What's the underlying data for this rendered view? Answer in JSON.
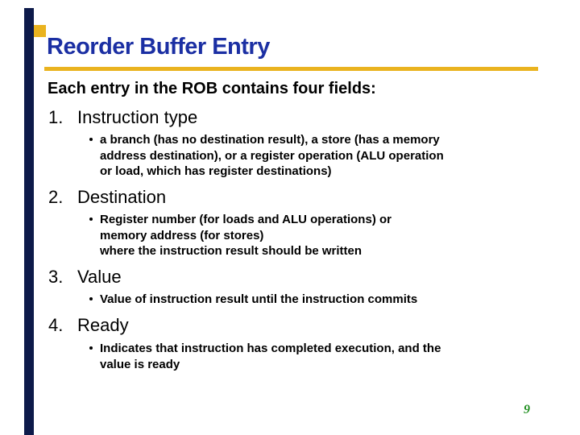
{
  "slide": {
    "title": "Reorder Buffer Entry",
    "intro": "Each entry in the ROB contains four fields:",
    "page_number": "9",
    "colors": {
      "title_blue": "#1b2fa3",
      "accent_gold": "#eab31f",
      "left_bar_navy": "#0d1a4a",
      "page_number_green": "#1f8f1f",
      "body_text": "#000000",
      "background": "#ffffff"
    },
    "bullet_icon": "dot",
    "items": [
      {
        "number": "1.",
        "label": "Instruction type",
        "detail": "a branch (has no destination result), a store (has a memory\naddress destination), or a register operation (ALU operation\nor load, which has register destinations)"
      },
      {
        "number": "2.",
        "label": "Destination",
        "detail": "Register number (for loads and ALU operations) or\nmemory address (for stores)\nwhere the instruction result should be written"
      },
      {
        "number": "3.",
        "label": "Value",
        "detail": "Value of instruction result until the instruction commits"
      },
      {
        "number": "4.",
        "label": "Ready",
        "detail": "Indicates that instruction has completed execution, and the\nvalue is ready"
      }
    ]
  }
}
